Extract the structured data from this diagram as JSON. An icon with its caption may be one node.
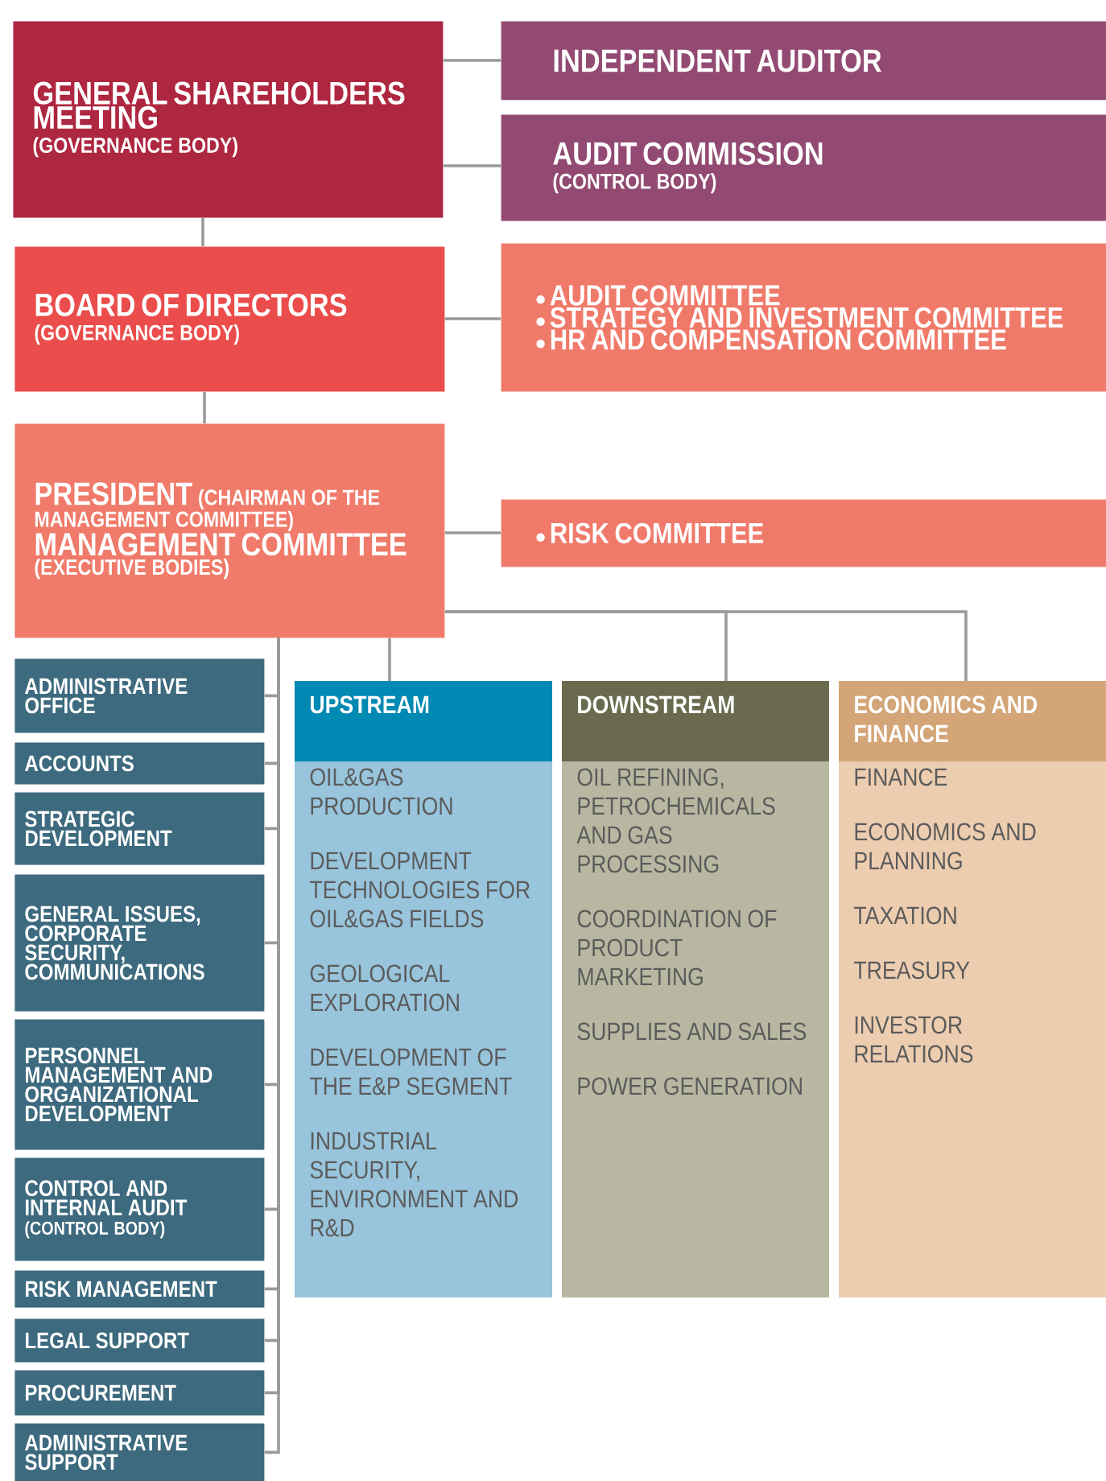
{
  "diagram": {
    "nodes": [
      {
        "text": [
          "GENERAL SHAREHOLDERS MEETING",
          "(GOVERNANCE BODY)"
        ]
      },
      {
        "text": [
          "INDEPENDENT AUDITOR"
        ]
      },
      {
        "text": [
          "AUDIT COMMISSION",
          "(CONTROL BODY)"
        ]
      },
      {
        "text": [
          "BOARD OF DIRECTORS",
          "(GOVERNANCE BODY)"
        ]
      },
      {
        "text": [
          "AUDIT COMMITTEE",
          "STRATEGY AND INVESTMENT COMMITTEE",
          "HR AND COMPENSATION COMMITTEE"
        ]
      },
      {
        "text": [
          "PRESIDENT",
          "(CHAIRMAN OF THE MANAGEMENT COMMITTEE)",
          "MANAGEMENT COMMITTEE",
          "(EXECUTIVE BODIES)"
        ]
      },
      {
        "text": [
          "RISK COMMITTEE"
        ]
      },
      {
        "text": [
          "ADMINISTRATIVE OFFICE"
        ]
      },
      {
        "text": [
          "ACCOUNTS"
        ]
      },
      {
        "text": [
          "STRATEGIC DEVELOPMENT"
        ]
      },
      {
        "text": [
          "GENERAL ISSUES, CORPORATE SECURITY, COMMUNICATIONS"
        ]
      },
      {
        "text": [
          "PERSONNEL MANAGEMENT AND ORGANIZATIONAL DEVELOPMENT"
        ]
      },
      {
        "text": [
          "CONTROL AND INTERNAL AUDIT",
          "(CONTROL BODY)"
        ]
      },
      {
        "text": [
          "RISK MANAGEMENT"
        ]
      },
      {
        "text": [
          "LEGAL SUPPORT"
        ]
      },
      {
        "text": [
          "PROCUREMENT"
        ]
      },
      {
        "text": [
          "ADMINISTRATIVE SUPPORT"
        ]
      },
      {
        "text": [
          "UPSTREAM",
          "OIL&GAS PRODUCTION",
          "DEVELOPMENT TECHNOLOGIES FOR OIL&GAS FIELDS",
          "GEOLOGICAL EXPLORATION",
          "DEVELOPMENT OF THE E&P SEGMENT",
          "INDUSTRIAL SECURITY, ENVIRONMENT AND R&D"
        ]
      },
      {
        "text": [
          "DOWNSTREAM",
          "OIL REFINING, PETROCHEMICALS AND GAS PROCESSING",
          "COORDINATION OF PRODUCT MARKETING",
          "SUPPLIES AND SALES",
          "POWER GENERATION"
        ]
      },
      {
        "text": [
          "ECONOMICS AND FINANCE",
          "FINANCE",
          "ECONOMICS AND PLANNING",
          "TAXATION",
          "TREASURY",
          "INVESTOR RELATIONS"
        ]
      }
    ],
    "edges": [
      {
        "from": 0,
        "to": 1,
        "arrow": "none"
      },
      {
        "from": 0,
        "to": 2,
        "arrow": "none"
      },
      {
        "from": 0,
        "to": 3,
        "arrow": "none"
      },
      {
        "from": 3,
        "to": 4,
        "arrow": "none"
      },
      {
        "from": 3,
        "to": 5,
        "arrow": "none"
      },
      {
        "from": 5,
        "to": 6,
        "arrow": "none"
      },
      {
        "from": 5,
        "to": 7,
        "arrow": "none"
      },
      {
        "from": 5,
        "to": 8,
        "arrow": "none"
      },
      {
        "from": 5,
        "to": 9,
        "arrow": "none"
      },
      {
        "from": 5,
        "to": 10,
        "arrow": "none"
      },
      {
        "from": 5,
        "to": 11,
        "arrow": "none"
      },
      {
        "from": 5,
        "to": 12,
        "arrow": "none"
      },
      {
        "from": 5,
        "to": 13,
        "arrow": "none"
      },
      {
        "from": 5,
        "to": 14,
        "arrow": "none"
      },
      {
        "from": 5,
        "to": 15,
        "arrow": "none"
      },
      {
        "from": 5,
        "to": 16,
        "arrow": "none"
      },
      {
        "from": 5,
        "to": 17,
        "arrow": "none"
      },
      {
        "from": 5,
        "to": 18,
        "arrow": "none"
      },
      {
        "from": 5,
        "to": 19,
        "arrow": "none"
      }
    ]
  }
}
